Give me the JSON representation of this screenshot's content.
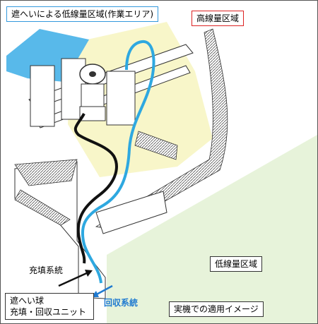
{
  "labels": {
    "shielded_area": "遮へいによる低線量区域(作業エリア)",
    "high_dose_area": "高線量区域",
    "fill_line": "充填系統",
    "unit_line1": "遮へい球",
    "unit_line2": "充填・回収ユニット",
    "recovery_line": "回収系統",
    "low_dose_area": "低線量区域",
    "caption": "実機での適用イメージ"
  },
  "colors": {
    "shield_zone": "#58b9ea",
    "high_dose_zone": "#f8f6c6",
    "low_dose_zone": "#e7f3da",
    "fill_pipe": "#111111",
    "recovery_pipe": "#2ea8e0",
    "shield_border": "#3399dd",
    "high_border": "#dd2222"
  }
}
